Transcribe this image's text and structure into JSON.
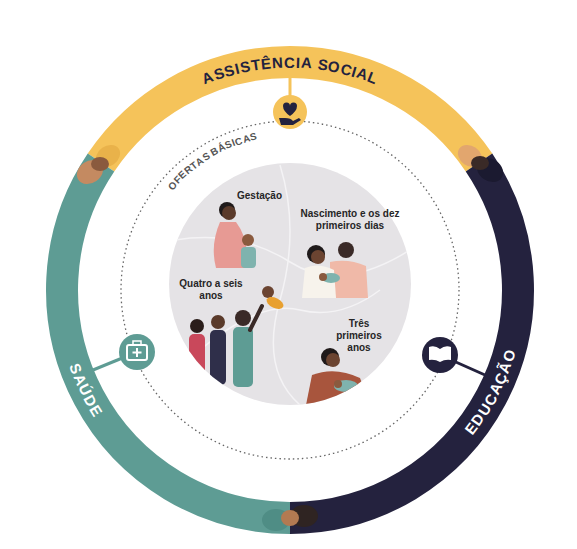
{
  "diagram": {
    "nodes": [
      {
        "text": [
          "ASSISTÊNCIA SOCIAL"
        ]
      },
      {
        "text": [
          "SAÚDE"
        ]
      },
      {
        "text": [
          "EDUCAÇÃO"
        ]
      },
      {
        "text": [
          "OFERTAS BÁSICAS"
        ]
      },
      {
        "text": [
          "Gestação",
          "Nascimento e os dez primeiros dias",
          "Quatro a seis anos",
          "Três primeiros anos"
        ],
        "in": 3
      }
    ]
  }
}
